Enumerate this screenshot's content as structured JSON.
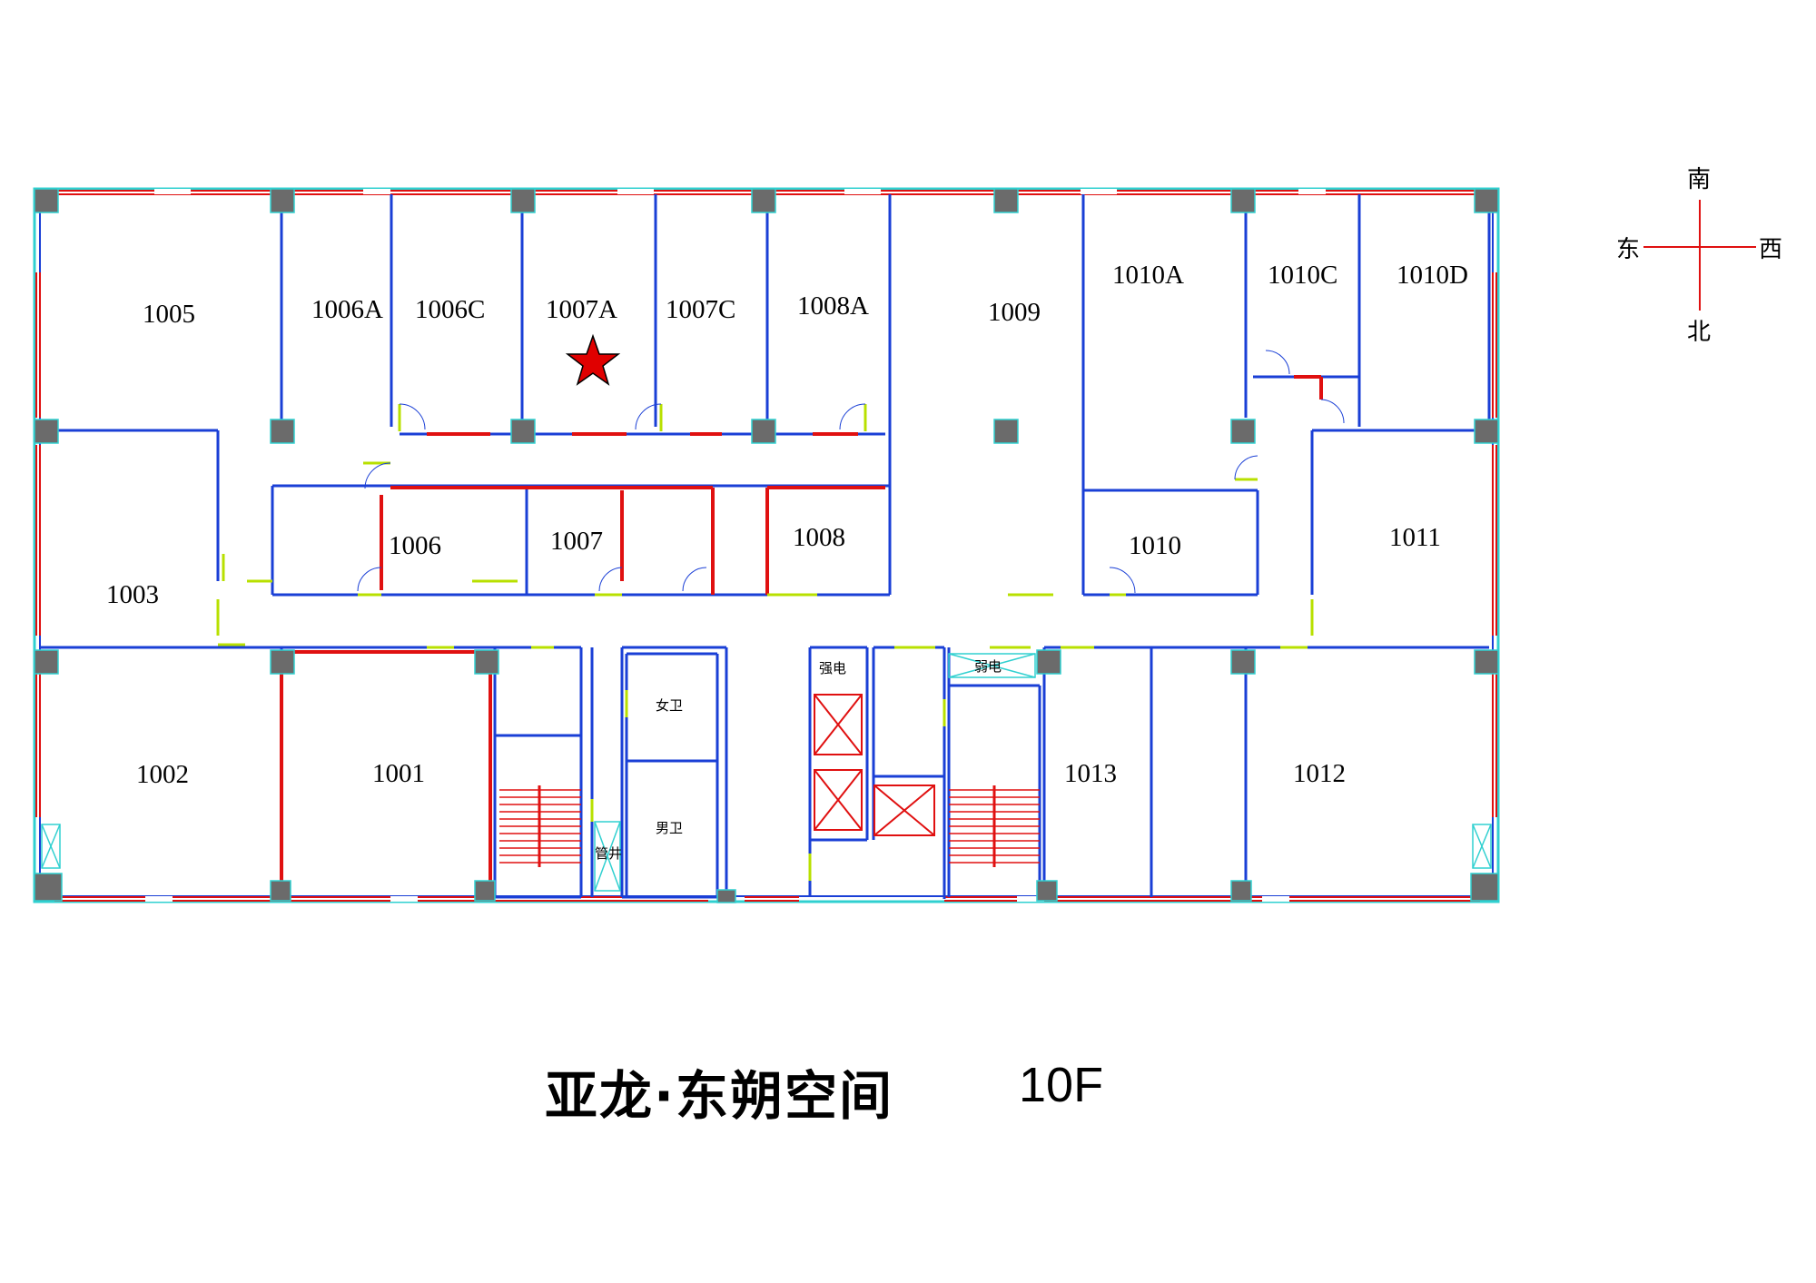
{
  "title": "亚龙·东朔空间",
  "floor": "10F",
  "compass": {
    "north_top": "南",
    "bottom": "北",
    "left": "东",
    "right": "西"
  },
  "rooms": {
    "r1005": "1005",
    "r1006A": "1006A",
    "r1006C": "1006C",
    "r1007A": "1007A",
    "r1007C": "1007C",
    "r1008A": "1008A",
    "r1009": "1009",
    "r1010A": "1010A",
    "r1010C": "1010C",
    "r1010D": "1010D",
    "r1003": "1003",
    "r1006": "1006",
    "r1007": "1007",
    "r1008": "1008",
    "r1010": "1010",
    "r1011": "1011",
    "r1002": "1002",
    "r1001": "1001",
    "r1013": "1013",
    "r1012": "1012"
  },
  "service_rooms": {
    "strong_power": "强电",
    "weak_power": "弱电",
    "female_wc": "女卫",
    "male_wc": "男卫",
    "well": "管井"
  },
  "marker": {
    "room": "1007A",
    "icon": "star-icon",
    "color": "#e00000"
  },
  "colors": {
    "wall": "#1a3fd6",
    "window": "#e01010",
    "column": "#6b6b6b",
    "door": "#b8e000",
    "outline": "#30d0d0"
  }
}
